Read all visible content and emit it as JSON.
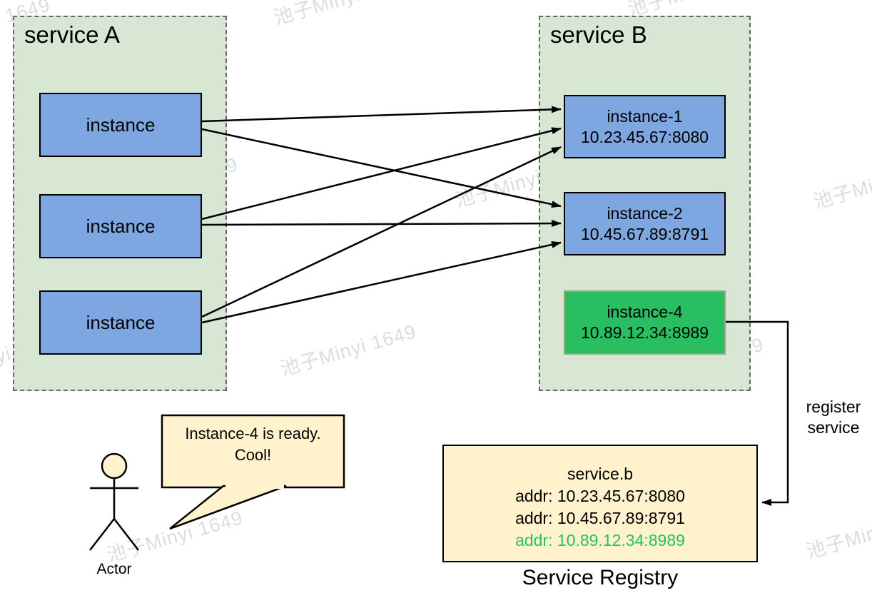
{
  "watermark": {
    "text": "池子Minyi 1649"
  },
  "service_a": {
    "title": "service A",
    "instances": [
      {
        "label": "instance"
      },
      {
        "label": "instance"
      },
      {
        "label": "instance"
      }
    ]
  },
  "service_b": {
    "title": "service B",
    "instances": [
      {
        "name": "instance-1",
        "addr": "10.23.45.67:8080",
        "status": "existing"
      },
      {
        "name": "instance-2",
        "addr": "10.45.67.89:8791",
        "status": "existing"
      },
      {
        "name": "instance-4",
        "addr": "10.89.12.34:8989",
        "status": "new"
      }
    ]
  },
  "register_arrow": {
    "label_line1": "register",
    "label_line2": "service"
  },
  "registry": {
    "caption": "Service Registry",
    "service_name": "service.b",
    "addrs": [
      {
        "text": "addr: 10.23.45.67:8080",
        "highlight": false
      },
      {
        "text": "addr: 10.45.67.89:8791",
        "highlight": false
      },
      {
        "text": "addr: 10.89.12.34:8989",
        "highlight": true
      }
    ]
  },
  "actor": {
    "label": "Actor",
    "speech_line1": "Instance-4 is ready.",
    "speech_line2": "Cool!"
  },
  "colors": {
    "container_fill": "#D8E7D4",
    "container_border": "#666666",
    "instance_blue": "#7EA6E0",
    "instance_green_fill": "#2ABE62",
    "instance_green_border": "#8CAE7E",
    "note_yellow": "#FFF2CC",
    "highlight_green_text": "#22C263",
    "arrow_black": "#000000"
  }
}
